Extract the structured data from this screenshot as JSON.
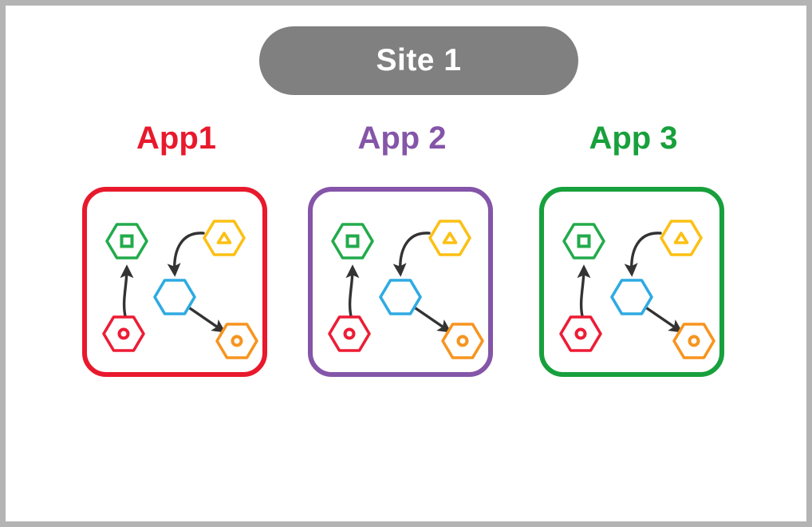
{
  "frame": {
    "border_color": "#b4b4b4",
    "background": "#ffffff"
  },
  "site": {
    "label": "Site 1",
    "pill_color": "#808080",
    "text_color": "#ffffff"
  },
  "apps": [
    {
      "title": "App1",
      "color": "#e8192c",
      "box_name": "app-box-app1"
    },
    {
      "title": "App 2",
      "color": "#8455a8",
      "box_name": "app-box-app2"
    },
    {
      "title": "App 3",
      "color": "#17a03c",
      "box_name": "app-box-app3"
    }
  ],
  "node_palette": {
    "green": "#22ab4b",
    "yellow": "#fcc013",
    "red": "#ed1c35",
    "blue": "#2eaae2",
    "orange": "#f7941e",
    "arrow": "#333333"
  },
  "graph": {
    "nodes": [
      {
        "id": "green-hex",
        "label": "green-hexagon-square",
        "color": "green",
        "inner": "square"
      },
      {
        "id": "yellow-hex",
        "label": "yellow-hexagon-triangle",
        "color": "yellow",
        "inner": "triangle"
      },
      {
        "id": "red-hex",
        "label": "red-hexagon-circle",
        "color": "red",
        "inner": "circle"
      },
      {
        "id": "blue-hex",
        "label": "blue-hexagon-empty",
        "color": "blue",
        "inner": "none"
      },
      {
        "id": "orange-hex",
        "label": "orange-hexagon-circle",
        "color": "orange",
        "inner": "circle"
      }
    ],
    "edges": [
      {
        "from": "red-hex",
        "to": "green-hex",
        "style": "curved-up"
      },
      {
        "from": "yellow-hex",
        "to": "blue-hex",
        "style": "curved-down-left"
      },
      {
        "from": "blue-hex",
        "to": "orange-hex",
        "style": "diagonal"
      }
    ]
  }
}
